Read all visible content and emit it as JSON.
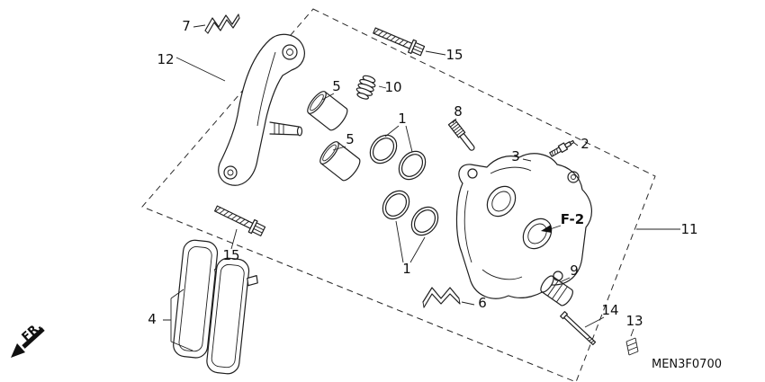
{
  "diagram": {
    "code": "MEN3F0700",
    "fr_label": "FR.",
    "section_ref": "F-2",
    "callouts": [
      {
        "part": "pad-retainer-clip",
        "label": "7"
      },
      {
        "part": "caliper-bracket",
        "label": "12"
      },
      {
        "part": "flange-bolt-upper",
        "label": "15"
      },
      {
        "part": "pin-boot",
        "label": "10"
      },
      {
        "part": "piston-upper",
        "label": "5"
      },
      {
        "part": "seal-set-upper",
        "label": "1"
      },
      {
        "part": "pin-bushing",
        "label": "8"
      },
      {
        "part": "bleeder-screw",
        "label": "2"
      },
      {
        "part": "bleeder-spring",
        "label": "3"
      },
      {
        "part": "piston-lower",
        "label": "5"
      },
      {
        "part": "caliper-assembly",
        "label": "11"
      },
      {
        "part": "flange-bolt-lower",
        "label": "15"
      },
      {
        "part": "seal-set-lower",
        "label": "1"
      },
      {
        "part": "piston-small",
        "label": "9"
      },
      {
        "part": "pad-spring",
        "label": "6"
      },
      {
        "part": "pad-pin",
        "label": "14"
      },
      {
        "part": "pad-pin-plug",
        "label": "13"
      },
      {
        "part": "brake-pad-set",
        "label": "4"
      }
    ]
  }
}
